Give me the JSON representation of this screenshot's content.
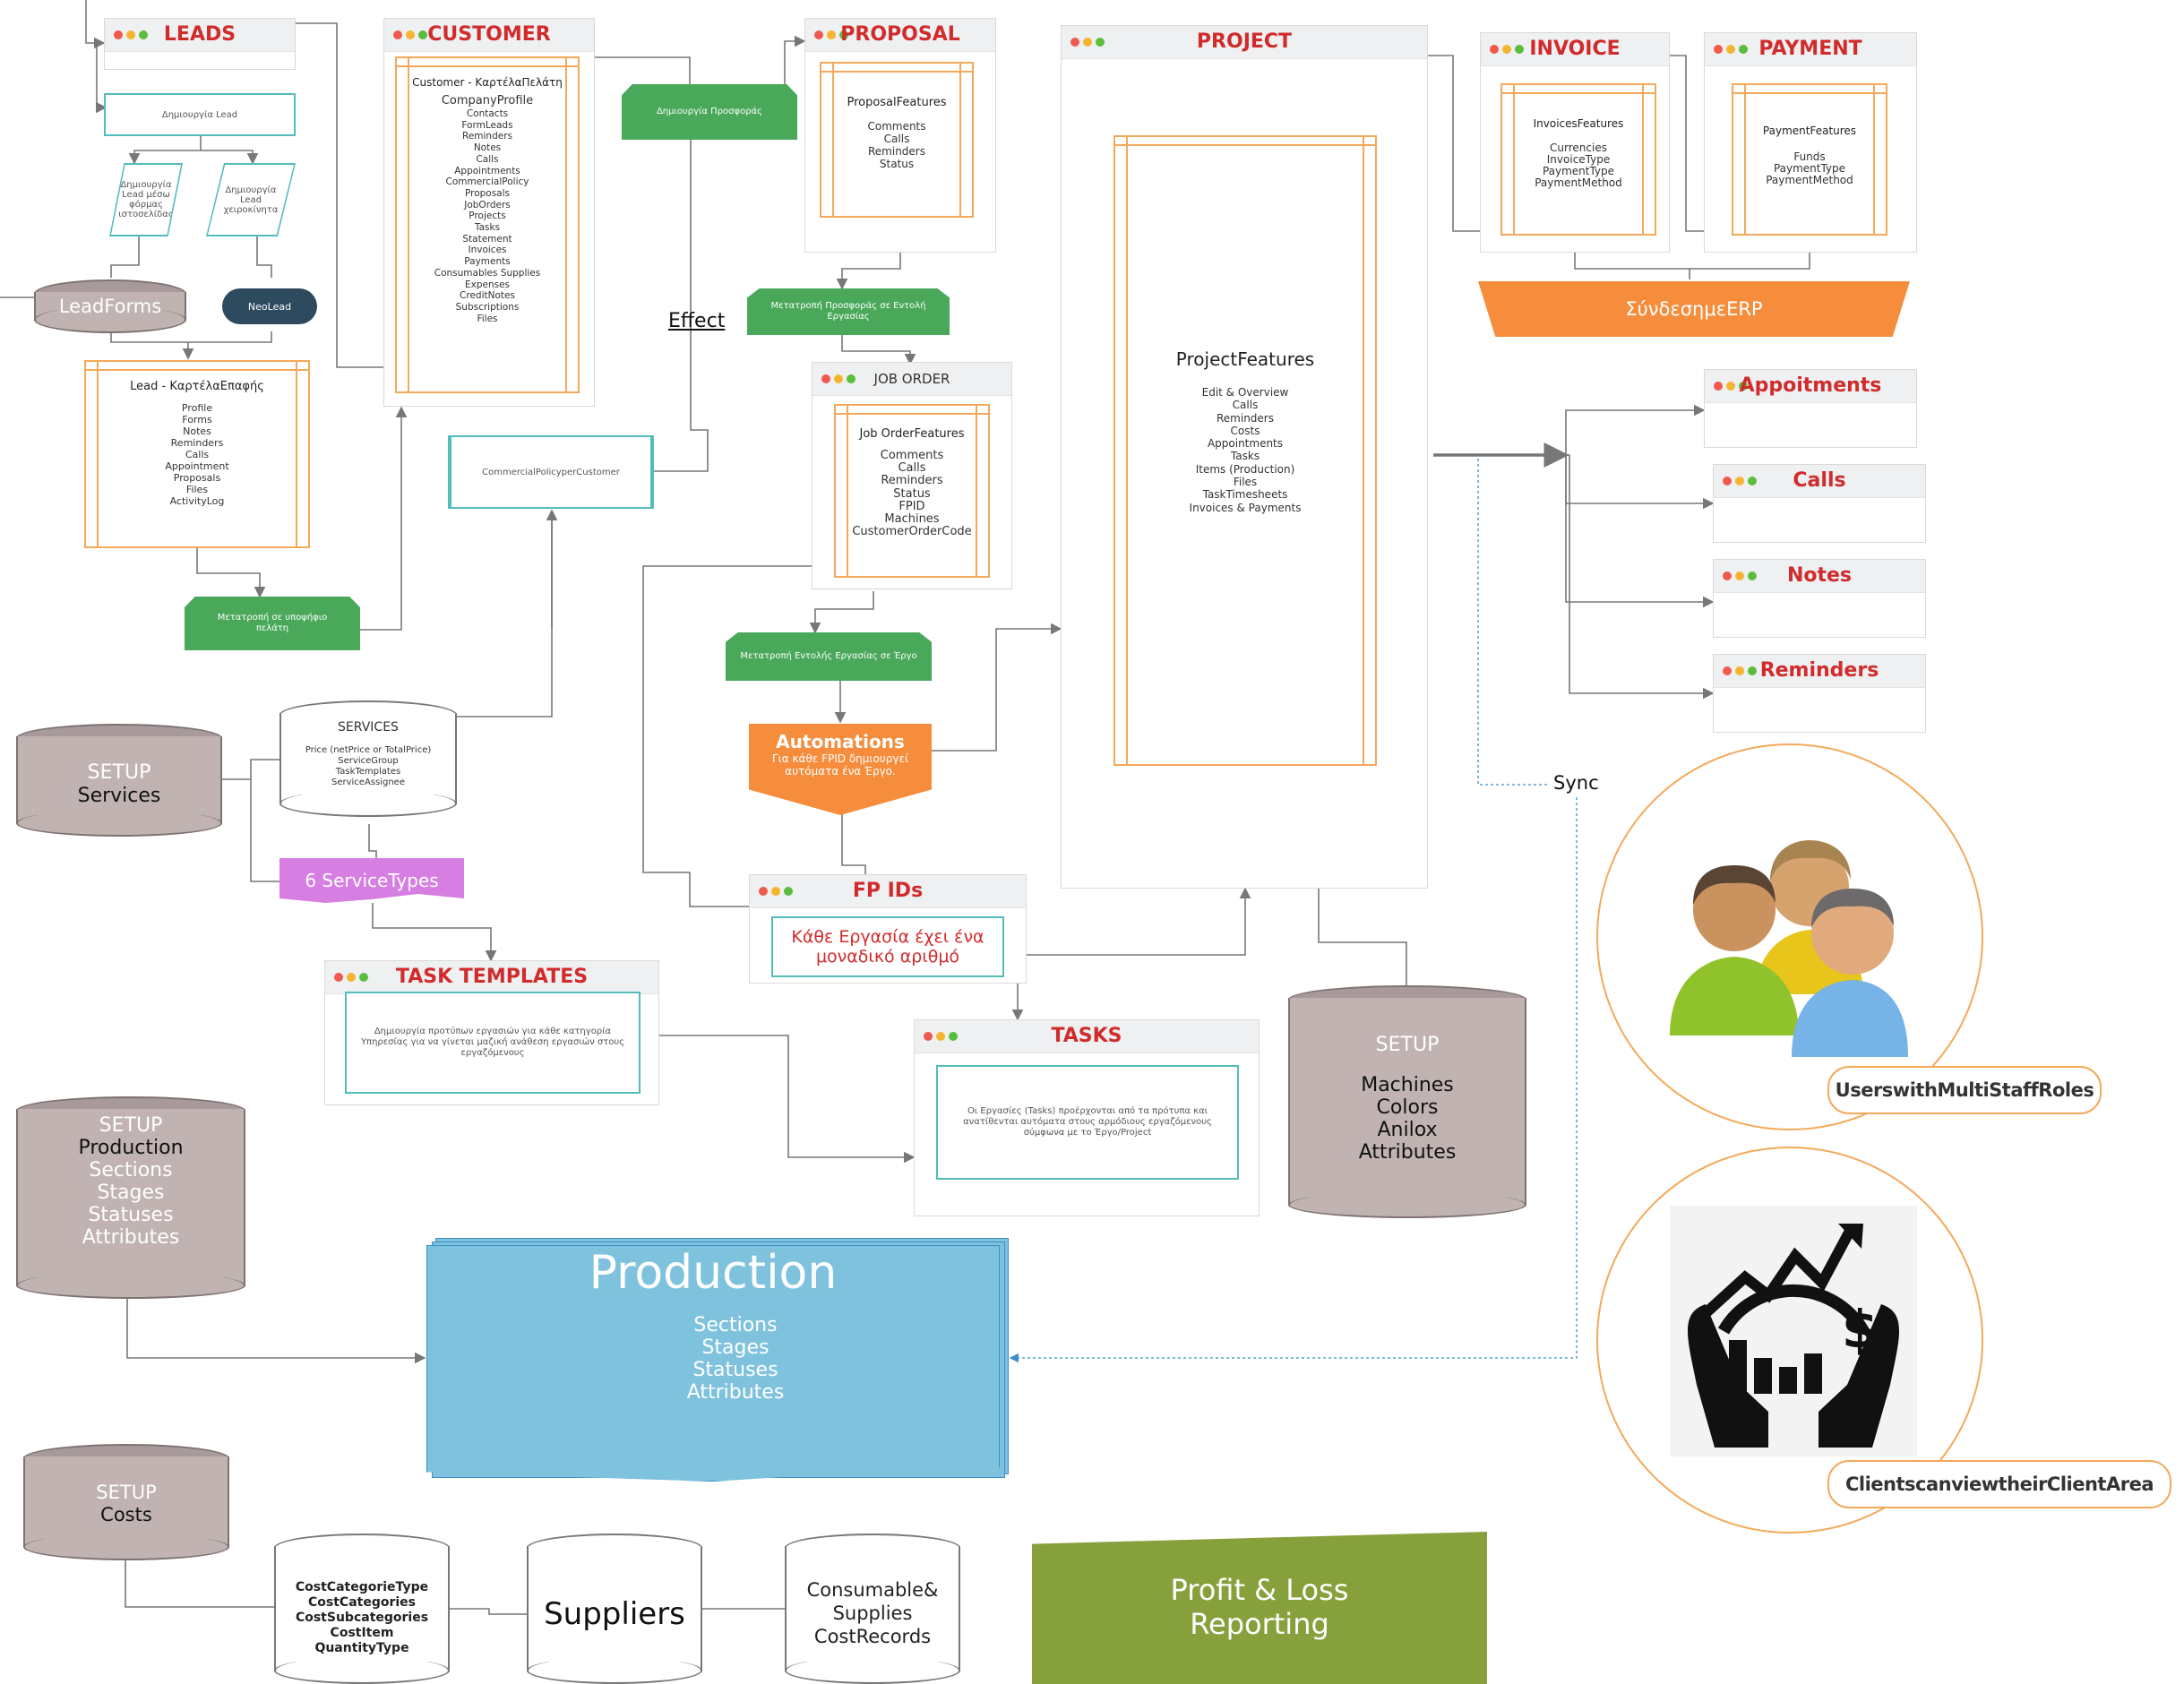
{
  "leads": {
    "title": "LEADS",
    "create_box": "Δημιουργία Lead",
    "parallel_left": "Δημιουργία Lead μέσω φόρμας ιστοσελίδας",
    "parallel_right": "Δημιουργία Lead χειροκίνητα",
    "lead_forms": "LeadForms",
    "new_lead": "NeoLead",
    "card_title": "Lead - ΚαρτέλαΕπαφής",
    "card_items": [
      "Profile",
      "Forms",
      "Notes",
      "Reminders",
      "Calls",
      "Appointment",
      "Proposals",
      "Files",
      "ActivityLog"
    ],
    "convert": "Μετατροπή σε υποψήφιο πελάτη"
  },
  "customer": {
    "title": "CUSTOMER",
    "card_title": "Customer - ΚαρτέλαΠελάτη",
    "items": [
      "CompanyProfile",
      "Contacts",
      "FormLeads",
      "Reminders",
      "Notes",
      "Calls",
      "Appointments",
      "CommercialPolicy",
      "Proposals",
      "JobOrders",
      "Projects",
      "Tasks",
      "Statement",
      "Invoices",
      "Payments",
      "Consumables Supplies",
      "Expenses",
      "CreditNotes",
      "Subscriptions",
      "Files"
    ],
    "commercial_policy": "CommercialPolicyperCustomer"
  },
  "proposal": {
    "title": "PROPOSAL",
    "create": "Δημιουργία Προσφοράς",
    "card_title": "ProposalFeatures",
    "items": [
      "Comments",
      "Calls",
      "Reminders",
      "Status"
    ],
    "convert": "Μετατροπή Προσφοράς σε Εντολή Εργασίας"
  },
  "effect_label": "Effect",
  "job_order": {
    "title": "JOB ORDER",
    "card_title": "Job OrderFeatures",
    "items": [
      "Comments",
      "Calls",
      "Reminders",
      "Status",
      "FPID",
      "Machines",
      "CustomerOrderCode"
    ],
    "convert": "Μετατροπή Εντολής Εργασίας σε Έργο"
  },
  "automations": {
    "title": "Automations",
    "text": "Για κάθε FPID δημιουργεί αυτόματα ένα Έργο."
  },
  "fp_ids": {
    "title": "FP IDs",
    "text": "Κάθε Εργασία έχει ένα μοναδικό αριθμό"
  },
  "project": {
    "title": "PROJECT",
    "card_title": "ProjectFeatures",
    "items": [
      "Edit & Overview",
      "Calls",
      "Reminders",
      "Costs",
      "Appointments",
      "Tasks",
      "Items (Production)",
      "Files",
      "TaskTimesheets",
      "Invoices & Payments"
    ]
  },
  "invoice": {
    "title": "INVOICE",
    "card_title": "InvoicesFeatures",
    "items": [
      "Currencies",
      "InvoiceType",
      "PaymentType",
      "PaymentMethod"
    ]
  },
  "payment": {
    "title": "PAYMENT",
    "card_title": "PaymentFeatures",
    "items": [
      "Funds",
      "PaymentType",
      "PaymentMethod"
    ]
  },
  "erp": "ΣύνδεσημεERP",
  "side_windows": [
    "Appoitments",
    "Calls",
    "Notes",
    "Reminders"
  ],
  "sync_label": "Sync",
  "services": {
    "setup_l1": "SETUP",
    "setup_l2": "Services",
    "title": "SERVICES",
    "items": [
      "Price (netPrice or TotalPrice)",
      "ServiceGroup",
      "TaskTemplates",
      "ServiceAssignee"
    ],
    "types": "6 ServiceTypes"
  },
  "task_templates": {
    "title": "TASK  TEMPLATES",
    "text": "Δημιουργία προτύπων εργασιών για κάθε κατηγορία Υπηρεσίας για να γίνεται μαζική ανάθεση εργασιών στους εργαζόμενους"
  },
  "tasks": {
    "title": "TASKS",
    "text": "Οι Εργασίες (Tasks) προέρχονται από τα πρότυπα και ανατίθενται αυτόματα στους αρμόδιους εργαζόμενους σύμφωνα με το Έργο/Project"
  },
  "machines": {
    "setup": "SETUP",
    "items": [
      "Machines",
      "Colors",
      "Anilox",
      "Attributes"
    ]
  },
  "production_setup": {
    "setup": "SETUP",
    "strong": "Production",
    "items": [
      "Sections",
      "Stages",
      "Statuses",
      "Attributes"
    ]
  },
  "production": {
    "title": "Production",
    "items": [
      "Sections",
      "Stages",
      "Statuses",
      "Attributes"
    ]
  },
  "costs": {
    "setup": "SETUP",
    "strong": "Costs",
    "categories": [
      "CostCategorieType",
      "CostCategories",
      "CostSubcategories",
      "CostItem",
      "QuantityType"
    ],
    "suppliers": "Suppliers",
    "consumables": [
      "Consumable&",
      "Supplies",
      "CostRecords"
    ]
  },
  "pnl": [
    "Profit & Loss",
    "Reporting"
  ],
  "users_label": "UserswithMultiStaffRoles",
  "clients_label": "ClientscanviewtheirClientArea",
  "colors": {
    "accent_red": "#d12b2b",
    "orange": "#f58d3d",
    "green": "#49a85a",
    "teal": "#54bcbc",
    "production_blue": "#7fc2dd",
    "olive": "#86a03b",
    "setup_gray": "#c0b3b1",
    "purple": "#d77ee3"
  }
}
